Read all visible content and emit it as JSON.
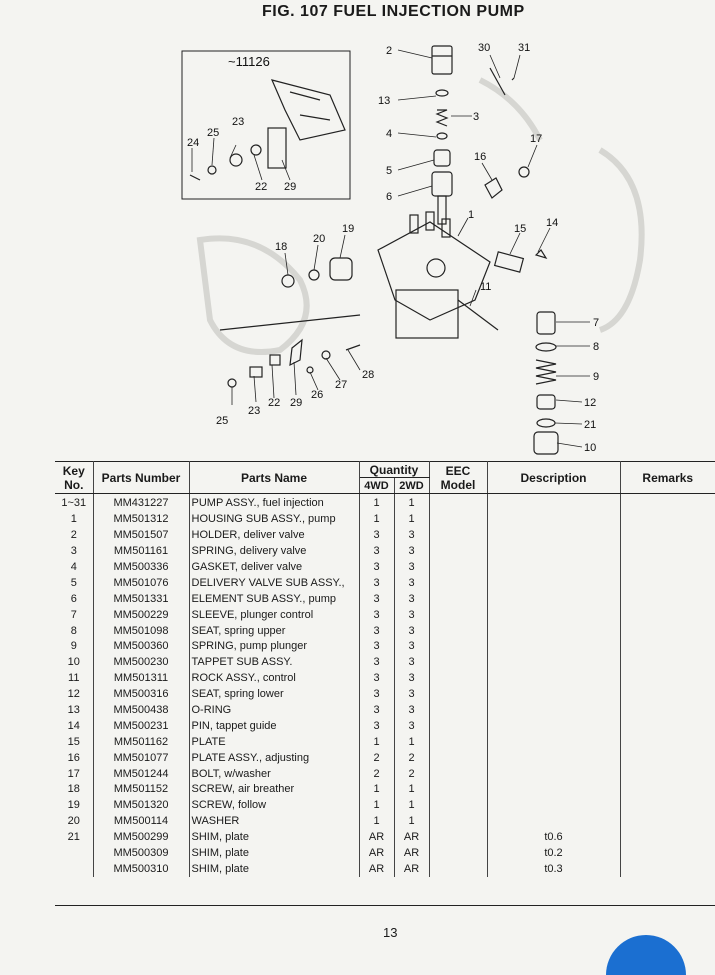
{
  "page_title": "FIG. 107   FUEL INJECTION PUMP",
  "page_number": "13",
  "diagram": {
    "inset_label": "~11126",
    "callouts": [
      "2",
      "30",
      "31",
      "13",
      "3",
      "4",
      "17",
      "16",
      "5",
      "6",
      "1",
      "14",
      "15",
      "19",
      "20",
      "18",
      "11",
      "7",
      "8",
      "9",
      "28",
      "27",
      "26",
      "12",
      "21",
      "29",
      "22",
      "23",
      "25",
      "10",
      "24"
    ]
  },
  "table": {
    "headers": {
      "key_no": "Key No.",
      "parts_number": "Parts Number",
      "parts_name": "Parts Name",
      "quantity": "Quantity",
      "qty_4wd": "4WD",
      "qty_2wd": "2WD",
      "eec": "EEC Model",
      "description": "Description",
      "remarks": "Remarks"
    },
    "rows": [
      {
        "key": "1~31",
        "pn": "MM431227",
        "name": "PUMP ASSY., fuel injection",
        "q4": "1",
        "q2": "1",
        "desc": ""
      },
      {
        "key": "1",
        "pn": "MM501312",
        "name": "HOUSING SUB ASSY., pump",
        "q4": "1",
        "q2": "1",
        "desc": ""
      },
      {
        "key": "2",
        "pn": "MM501507",
        "name": "HOLDER, deliver valve",
        "q4": "3",
        "q2": "3",
        "desc": ""
      },
      {
        "key": "3",
        "pn": "MM501161",
        "name": "SPRING, delivery valve",
        "q4": "3",
        "q2": "3",
        "desc": ""
      },
      {
        "key": "4",
        "pn": "MM500336",
        "name": "GASKET, deliver valve",
        "q4": "3",
        "q2": "3",
        "desc": ""
      },
      {
        "key": "5",
        "pn": "MM501076",
        "name": "DELIVERY VALVE SUB ASSY.,",
        "q4": "3",
        "q2": "3",
        "desc": ""
      },
      {
        "key": "6",
        "pn": "MM501331",
        "name": "ELEMENT SUB ASSY., pump",
        "q4": "3",
        "q2": "3",
        "desc": ""
      },
      {
        "key": "7",
        "pn": "MM500229",
        "name": "SLEEVE, plunger control",
        "q4": "3",
        "q2": "3",
        "desc": ""
      },
      {
        "key": "8",
        "pn": "MM501098",
        "name": "SEAT, spring upper",
        "q4": "3",
        "q2": "3",
        "desc": ""
      },
      {
        "key": "9",
        "pn": "MM500360",
        "name": "SPRING, pump plunger",
        "q4": "3",
        "q2": "3",
        "desc": ""
      },
      {
        "key": "10",
        "pn": "MM500230",
        "name": "TAPPET SUB ASSY.",
        "q4": "3",
        "q2": "3",
        "desc": ""
      },
      {
        "key": "11",
        "pn": "MM501311",
        "name": "ROCK ASSY., control",
        "q4": "3",
        "q2": "3",
        "desc": ""
      },
      {
        "key": "12",
        "pn": "MM500316",
        "name": "SEAT, spring lower",
        "q4": "3",
        "q2": "3",
        "desc": ""
      },
      {
        "key": "13",
        "pn": "MM500438",
        "name": "O-RING",
        "q4": "3",
        "q2": "3",
        "desc": ""
      },
      {
        "key": "14",
        "pn": "MM500231",
        "name": "PIN, tappet guide",
        "q4": "3",
        "q2": "3",
        "desc": ""
      },
      {
        "key": "15",
        "pn": "MM501162",
        "name": "PLATE",
        "q4": "1",
        "q2": "1",
        "desc": ""
      },
      {
        "key": "16",
        "pn": "MM501077",
        "name": "PLATE ASSY., adjusting",
        "q4": "2",
        "q2": "2",
        "desc": ""
      },
      {
        "key": "17",
        "pn": "MM501244",
        "name": "BOLT, w/washer",
        "q4": "2",
        "q2": "2",
        "desc": ""
      },
      {
        "key": "18",
        "pn": "MM501152",
        "name": "SCREW, air breather",
        "q4": "1",
        "q2": "1",
        "desc": ""
      },
      {
        "key": "19",
        "pn": "MM501320",
        "name": "SCREW, follow",
        "q4": "1",
        "q2": "1",
        "desc": ""
      },
      {
        "key": "20",
        "pn": "MM500114",
        "name": "WASHER",
        "q4": "1",
        "q2": "1",
        "desc": ""
      },
      {
        "key": "21",
        "pn": "MM500299",
        "name": "SHIM, plate",
        "q4": "AR",
        "q2": "AR",
        "desc": "t0.6"
      },
      {
        "key": "",
        "pn": "MM500309",
        "name": "SHIM, plate",
        "q4": "AR",
        "q2": "AR",
        "desc": "t0.2"
      },
      {
        "key": "",
        "pn": "MM500310",
        "name": "SHIM, plate",
        "q4": "AR",
        "q2": "AR",
        "desc": "t0.3"
      }
    ]
  }
}
